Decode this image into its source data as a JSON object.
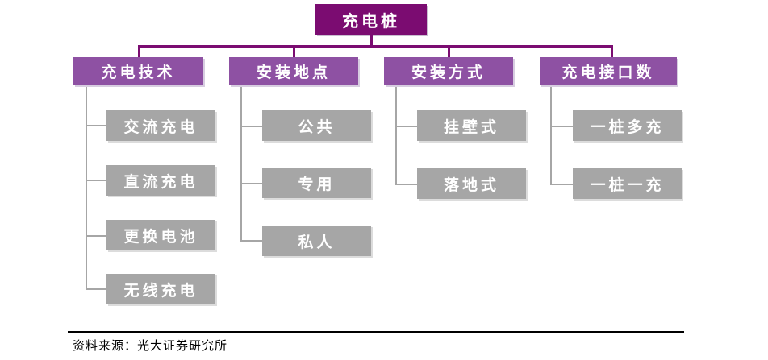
{
  "root": {
    "label": "充电桩"
  },
  "categories": [
    {
      "label": "充电技术",
      "items": [
        "交流充电",
        "直流充电",
        "更换电池",
        "无线充电"
      ]
    },
    {
      "label": "安装地点",
      "items": [
        "公共",
        "专用",
        "私人"
      ]
    },
    {
      "label": "安装方式",
      "items": [
        "挂壁式",
        "落地式"
      ]
    },
    {
      "label": "充电接口数",
      "items": [
        "一桩多充",
        "一桩一充"
      ]
    }
  ],
  "source": "资料来源：光大证券研究所",
  "colors": {
    "root": "#7b0c71",
    "category": "#8e51a3",
    "leaf": "#a6a6a6",
    "text": "#ffffff"
  }
}
